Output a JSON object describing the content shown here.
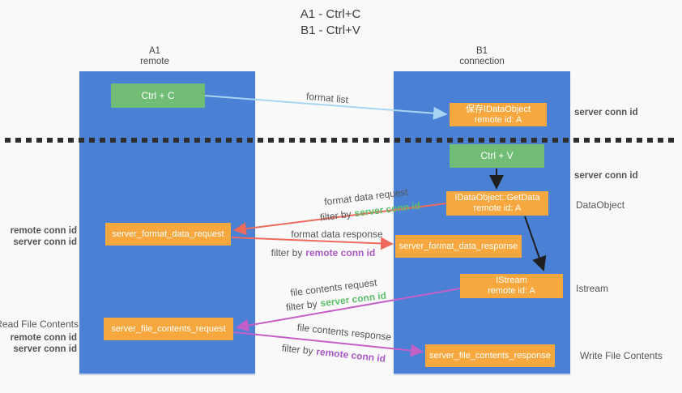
{
  "title": {
    "line1": "A1 - Ctrl+C",
    "line2": "B1 - Ctrl+V"
  },
  "columns": {
    "left": {
      "name": "A1",
      "role": "remote"
    },
    "right": {
      "name": "B1",
      "role": "connection"
    }
  },
  "boxes": {
    "ctrl_c": "Ctrl + C",
    "save_idataobject": {
      "line1": "保存IDataObject",
      "line2": "remote id: A"
    },
    "ctrl_v": "Ctrl + V",
    "getdata": {
      "line1": "IDataObject::GetData",
      "line2": "remote id: A"
    },
    "format_request": "server_format_data_request",
    "format_response": "server_format_data_response",
    "istream": {
      "line1": "IStream",
      "line2": "remote id: A"
    },
    "file_request": "server_file_contents_request",
    "file_response": "server_file_contents_response"
  },
  "arrow_labels": {
    "format_list": "format list",
    "format_data_request": "format data request",
    "format_data_response": "format data response",
    "file_contents_request": "file contents request",
    "file_contents_response": "file contents response",
    "filter_prefix": "filter by",
    "server_conn_id": "server conn id",
    "remote_conn_id": "remote conn id"
  },
  "side_labels": {
    "server_conn_id": "server conn id",
    "remote_conn_id": "remote conn id",
    "dataobject": "DataObject",
    "istream": "Istream",
    "read_file_contents": "Read File Contents",
    "write_file_contents": "Write File Contents"
  },
  "colors": {
    "background": "#f9f9fa",
    "column_blue": "#4a81d4",
    "box_green": "#71bd75",
    "box_orange": "#f6a73d",
    "arrow_lightblue": "#a7d5f2",
    "arrow_black": "#1f1f1f",
    "arrow_salmon": "#ed6a5d",
    "arrow_magenta": "#c45fc8",
    "text_green": "#5fbf6b",
    "text_purple": "#ab5ac5",
    "text_gray": "#555555",
    "divider_black": "#2e2e2e"
  }
}
